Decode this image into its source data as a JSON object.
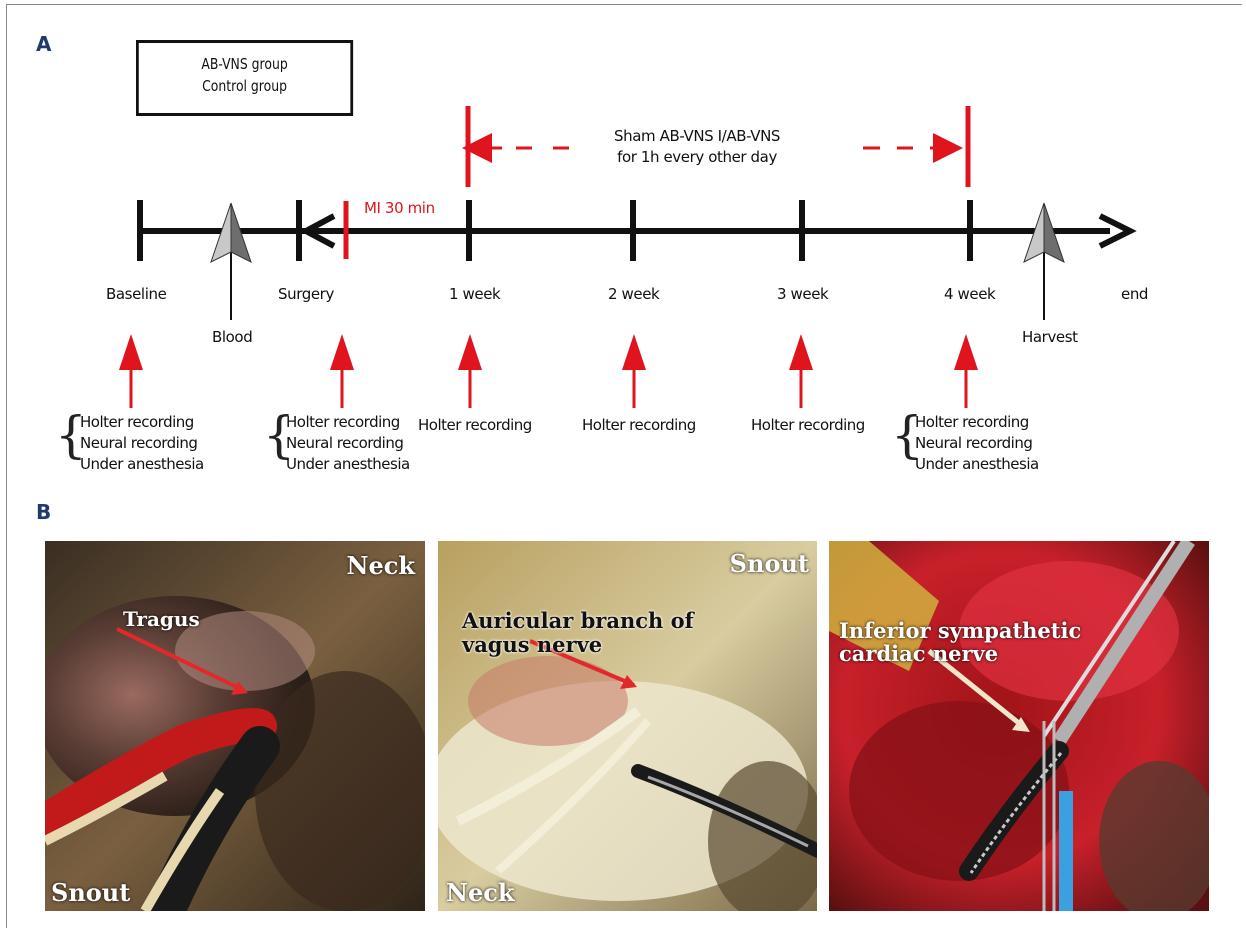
{
  "panel_a": {
    "letter": "A",
    "legend": {
      "line1": "AB-VNS group",
      "line2": "Control group"
    },
    "protocol_label": {
      "line1": "Sham AB-VNS I/AB-VNS",
      "line2": "for 1h every other day"
    },
    "mi_label": "MI 30 min",
    "timepoints": [
      "Baseline",
      "Surgery",
      "1 week",
      "2 week",
      "3 week",
      "4 week",
      "end"
    ],
    "events": [
      "Blood",
      "Harvest"
    ],
    "recordings": {
      "baseline": [
        "Holter recording",
        "Neural recording",
        "Under anesthesia"
      ],
      "surgery": [
        "Holter recording",
        "Neural recording",
        "Under anesthesia"
      ],
      "week1": "Holter recording",
      "week2": "Holter recording",
      "week3": "Holter recording",
      "week4": [
        "Holter recording",
        "Neural recording",
        "Under anesthesia"
      ]
    },
    "colors": {
      "accent": "#e0141c",
      "axis": "#111111",
      "event_arrow": "#9a9a9a"
    }
  },
  "panel_b": {
    "letter": "B",
    "photo1": {
      "top_label": "Neck",
      "bottom_label": "Snout",
      "pointer": "Tragus"
    },
    "photo2": {
      "top_label": "Snout",
      "bottom_label": "Neck",
      "pointer_line1": "Auricular branch of",
      "pointer_line2": "vagus nerve"
    },
    "photo3": {
      "pointer_line1": "Inferior sympathetic",
      "pointer_line2": "cardiac nerve"
    }
  }
}
